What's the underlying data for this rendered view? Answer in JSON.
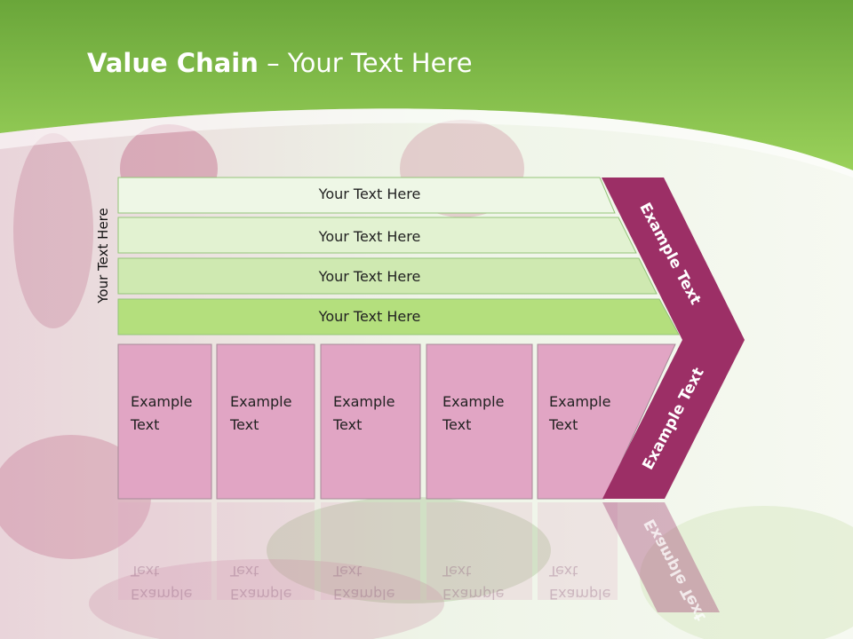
{
  "slide": {
    "title_bold": "Value Chain",
    "title_rest": " – Your Text Here",
    "side_label": "Your Text Here",
    "rows": [
      {
        "label": "Your Text Here"
      },
      {
        "label": "Your Text Here"
      },
      {
        "label": "Your Text Here"
      },
      {
        "label": "Your Text Here"
      }
    ],
    "boxes": [
      {
        "label": "Example\nText"
      },
      {
        "label": "Example\nText"
      },
      {
        "label": "Example\nText"
      },
      {
        "label": "Example\nText"
      },
      {
        "label": "Example\nText"
      }
    ],
    "chevron_top_label": "Example Text",
    "chevron_bottom_label": "Example Text"
  },
  "colors": {
    "header_green": "#8cc64e",
    "row_fills": [
      "#eef7e6",
      "#e2f2d1",
      "#cfe9b1",
      "#b4df7d"
    ],
    "box_fill": "#e1a5c4",
    "chevron_fill": "#9c2f66"
  }
}
